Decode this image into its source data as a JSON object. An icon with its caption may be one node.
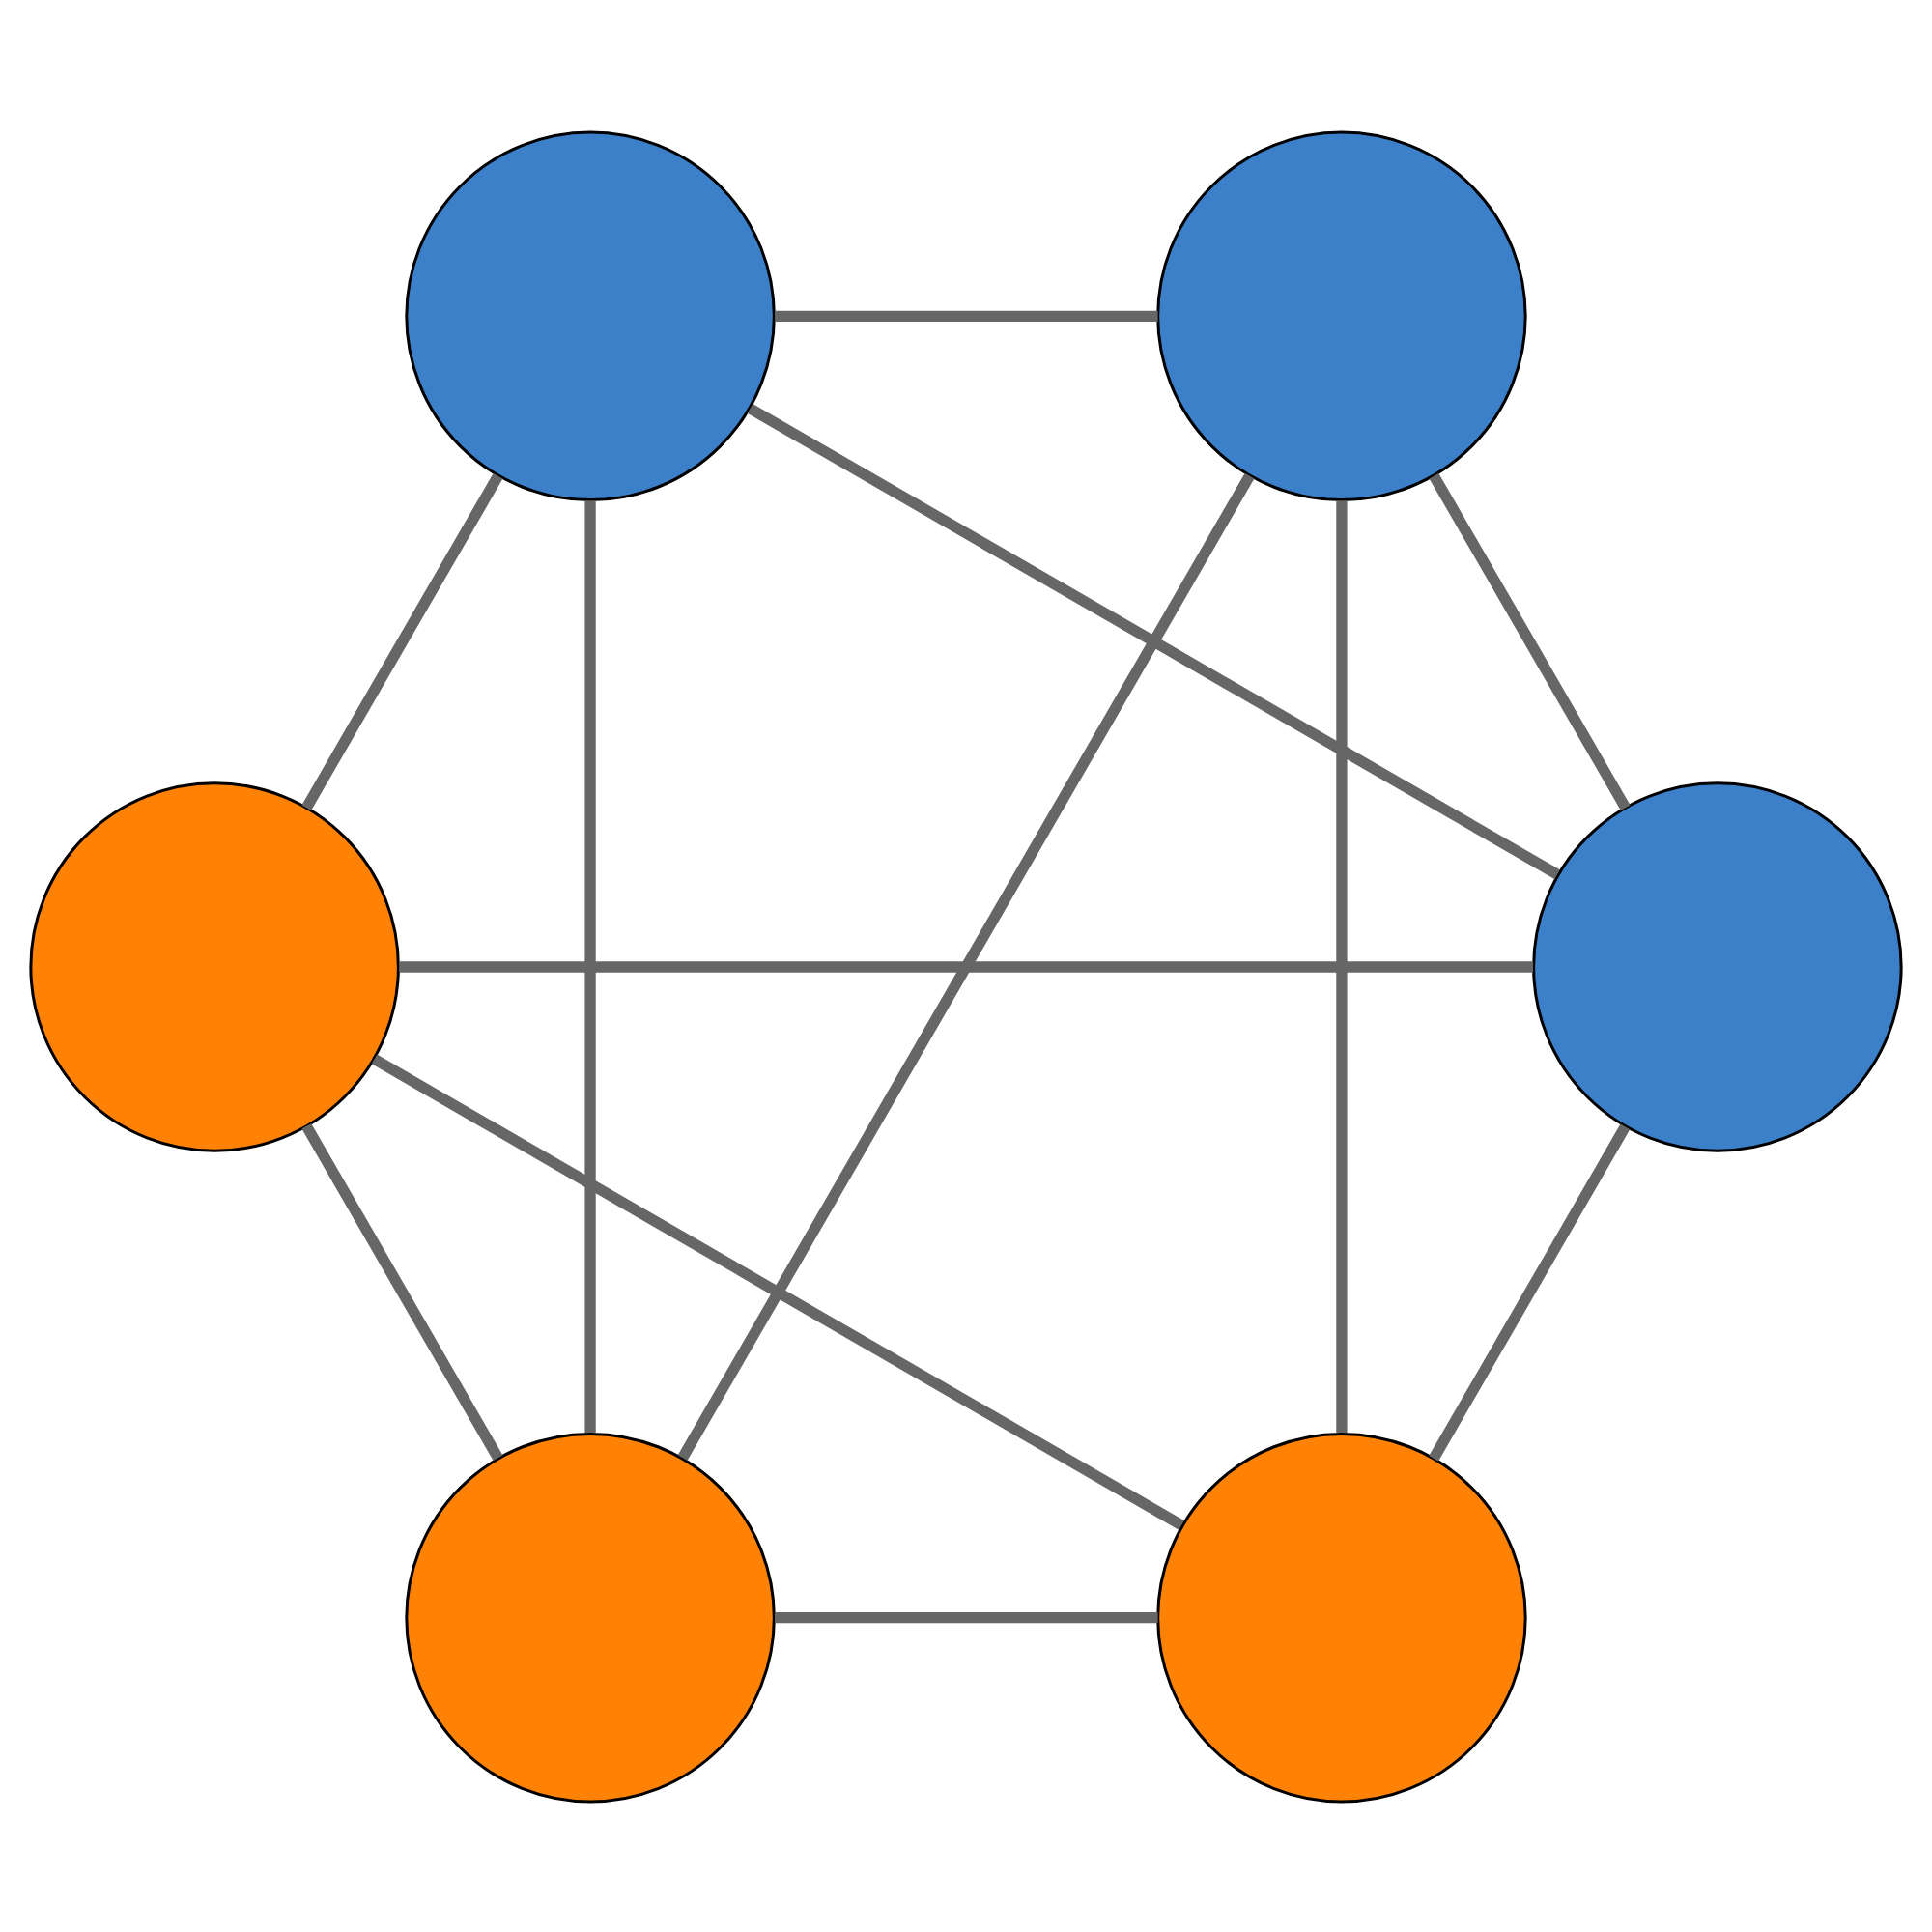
{
  "diagram": {
    "nodes": [
      {
        "text": [],
        "shape": "circle"
      },
      {
        "text": [],
        "shape": "circle"
      },
      {
        "text": [],
        "shape": "circle"
      },
      {
        "text": [],
        "shape": "circle"
      },
      {
        "text": [],
        "shape": "circle"
      },
      {
        "text": [],
        "shape": "circle"
      }
    ],
    "edges": [
      {
        "from": 0,
        "to": 1,
        "arrow": "none"
      },
      {
        "from": 0,
        "to": 2,
        "arrow": "none"
      },
      {
        "from": 0,
        "to": 3,
        "arrow": "none"
      },
      {
        "from": 0,
        "to": 4,
        "arrow": "none"
      },
      {
        "from": 1,
        "to": 2,
        "arrow": "none"
      },
      {
        "from": 1,
        "to": 3,
        "arrow": "none"
      },
      {
        "from": 1,
        "to": 5,
        "arrow": "none"
      },
      {
        "from": 2,
        "to": 4,
        "arrow": "none"
      },
      {
        "from": 2,
        "to": 5,
        "arrow": "none"
      },
      {
        "from": 3,
        "to": 4,
        "arrow": "none"
      },
      {
        "from": 3,
        "to": 5,
        "arrow": "none"
      },
      {
        "from": 4,
        "to": 5,
        "arrow": "none"
      }
    ]
  }
}
